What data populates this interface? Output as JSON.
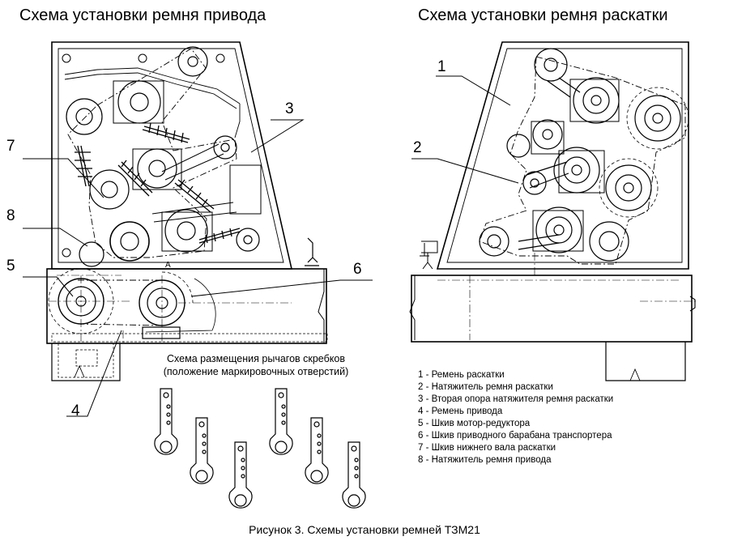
{
  "titles": {
    "drive": "Схема установки ремня привода",
    "rolling": "Схема установки ремня раскатки"
  },
  "callouts_drive": [
    "7",
    "8",
    "5",
    "3",
    "6",
    "4"
  ],
  "callouts_rolling": [
    "1",
    "2"
  ],
  "markers": {
    "a": "A"
  },
  "scraper": {
    "line1": "Схема размещения рычагов скребков",
    "line2": "(положение маркировочных отверстий)"
  },
  "legend": [
    "1 - Ремень раскатки",
    "2 - Натяжитель ремня раскатки",
    "3 - Вторая опора натяжителя ремня раскатки",
    "4 - Ремень привода",
    "5 - Шкив мотор-редуктора",
    "6 - Шкив приводного барабана транспортера",
    "7 - Шкив нижнего вала раскатки",
    "8 - Натяжитель ремня привода"
  ],
  "caption": "Рисунок 3. Схемы установки ремней ТЗМ21"
}
